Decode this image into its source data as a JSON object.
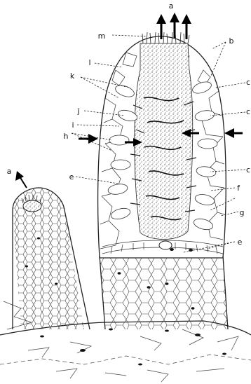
{
  "figure": {
    "labels": {
      "a_top": "a",
      "a_left": "a",
      "b": "b",
      "c1": "c",
      "c2": "c",
      "c3": "c",
      "e_left": "e",
      "e_right": "e",
      "f": "f",
      "g": "g",
      "h": "h",
      "i": "i",
      "j": "j",
      "k": "k",
      "l": "l",
      "m": "m"
    }
  }
}
